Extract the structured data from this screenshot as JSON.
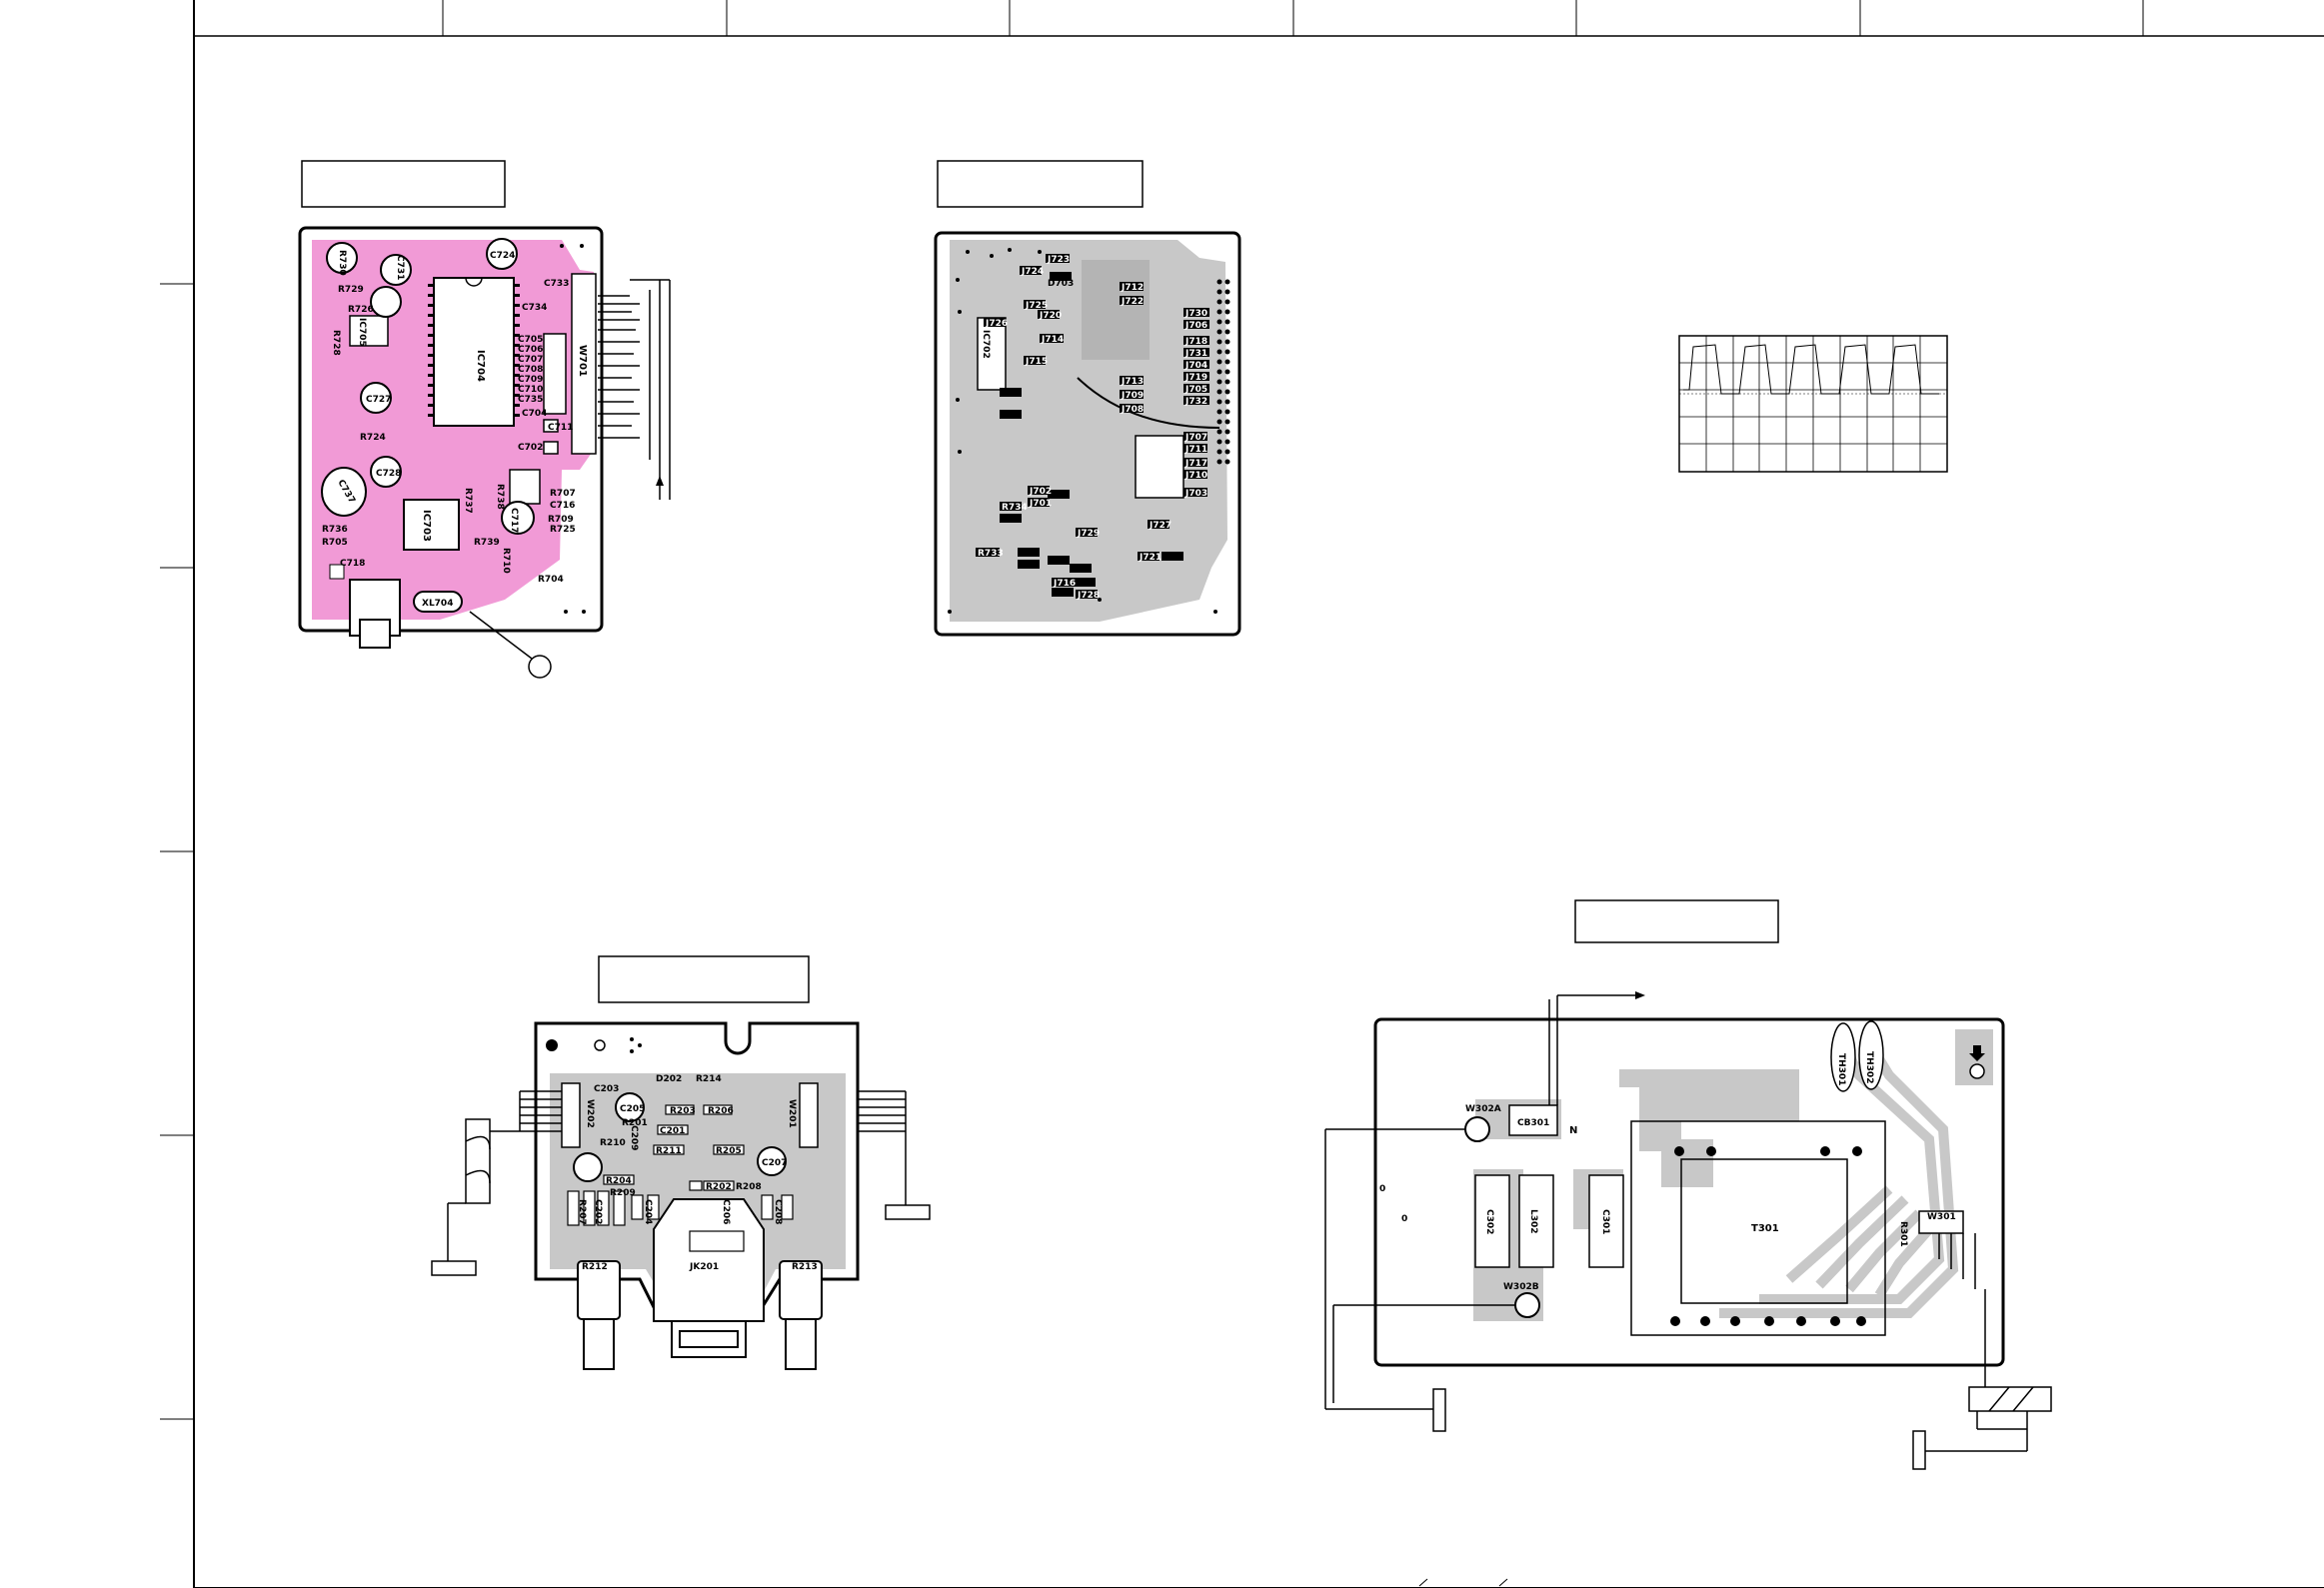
{
  "diagram": {
    "digital_board": {
      "labels": [
        "R730",
        "C724",
        "R729",
        "C731",
        "C733",
        "R726",
        "C734",
        "R728",
        "C705",
        "C706",
        "C707",
        "C708",
        "C709",
        "C710",
        "C735",
        "C727",
        "C704",
        "C711",
        "R724",
        "C702",
        "C728",
        "R737",
        "C737",
        "R738",
        "R707",
        "C716",
        "R736",
        "R705",
        "R739",
        "C717",
        "R709",
        "R725",
        "C718",
        "R710",
        "R704",
        "XL704"
      ],
      "ic_labels": [
        "IC704",
        "IC703",
        "IC705"
      ],
      "connector": "W701"
    },
    "digital_board_back": {
      "jumpers": [
        "J723",
        "J724",
        "J725",
        "J720",
        "J712",
        "J722",
        "J726",
        "J730",
        "J706",
        "J714",
        "J715",
        "J718",
        "J731",
        "J704",
        "J719",
        "J705",
        "J732",
        "J713",
        "J709",
        "J708",
        "J707",
        "J711",
        "J717",
        "J710",
        "J702",
        "J701",
        "J703",
        "J727",
        "J729",
        "J721",
        "J716",
        "J728"
      ],
      "labels": [
        "D703",
        "IC702",
        "R734",
        "R733"
      ]
    },
    "input_board": {
      "labels": [
        "D202",
        "R214",
        "C203",
        "C205",
        "R203",
        "R206",
        "C209",
        "C201",
        "R210",
        "R211",
        "R205",
        "C207",
        "R204",
        "R202",
        "R208",
        "R209",
        "R201",
        "R207",
        "C202",
        "C204",
        "C206",
        "C208",
        "R212",
        "R213",
        "JK201",
        "W202",
        "W201"
      ]
    },
    "power_board": {
      "labels": [
        "TH301",
        "TH302",
        "W302A",
        "CB301",
        "C302",
        "L302",
        "C301",
        "T301",
        "W302B",
        "W301",
        "R301"
      ],
      "side_marks": [
        "N",
        "0",
        "0"
      ]
    }
  }
}
